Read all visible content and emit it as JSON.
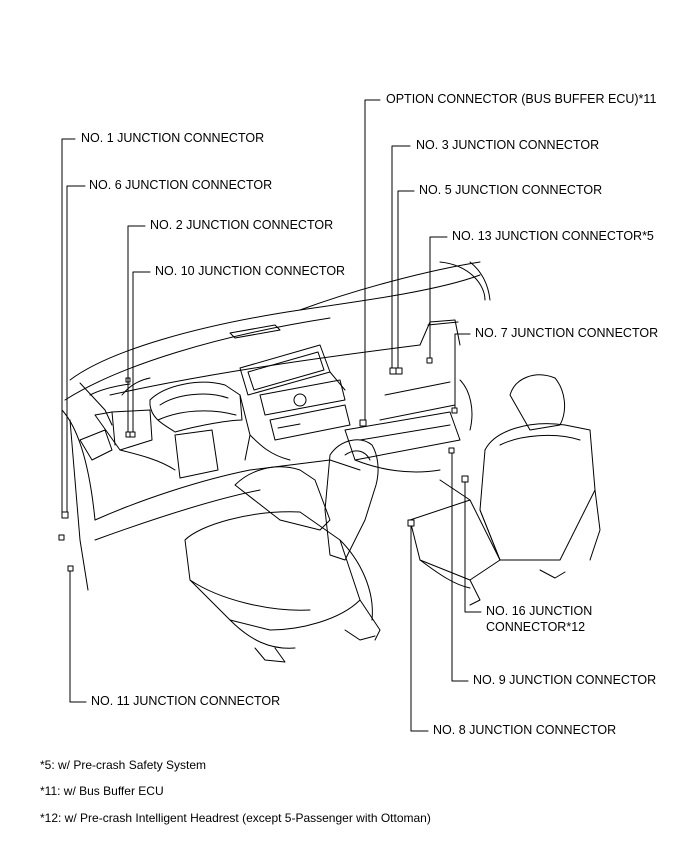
{
  "labels": {
    "option": "OPTION CONNECTOR (BUS BUFFER ECU)*11",
    "no1": "NO. 1 JUNCTION CONNECTOR",
    "no3": "NO. 3 JUNCTION CONNECTOR",
    "no6": "NO. 6 JUNCTION CONNECTOR",
    "no5": "NO. 5 JUNCTION CONNECTOR",
    "no2": "NO. 2 JUNCTION CONNECTOR",
    "no13": "NO. 13 JUNCTION CONNECTOR*5",
    "no10": "NO. 10 JUNCTION CONNECTOR",
    "no7": "NO. 7 JUNCTION CONNECTOR",
    "no16_line1": "NO. 16 JUNCTION",
    "no16_line2": "CONNECTOR*12",
    "no9": "NO. 9 JUNCTION CONNECTOR",
    "no11": "NO. 11 JUNCTION CONNECTOR",
    "no8": "NO. 8 JUNCTION CONNECTOR"
  },
  "notes": {
    "n5": "*5: w/ Pre-crash Safety System",
    "n11": "*11: w/ Bus Buffer ECU",
    "n12": "*12: w/ Pre-crash Intelligent Headrest (except 5-Passenger with Ottoman)"
  }
}
